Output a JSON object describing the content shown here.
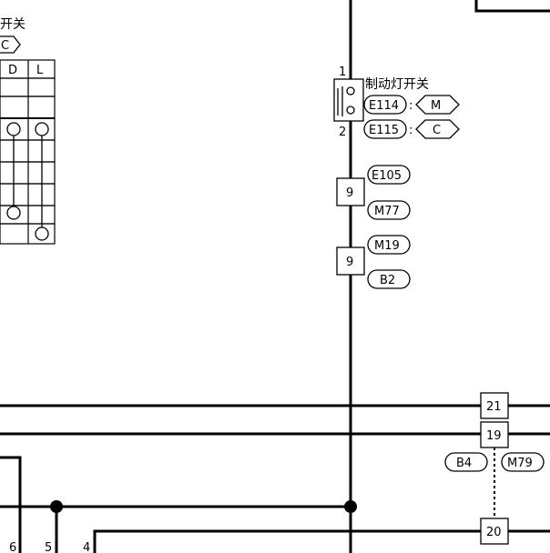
{
  "switch_left_label_partial": "开关",
  "switch_left_code_partial": "C",
  "left_table_headers": [
    "D",
    "L"
  ],
  "brake_switch": {
    "label": "制动灯开关",
    "pin_top": "1",
    "pin_bottom": "2",
    "connectors": [
      {
        "id": "E114",
        "code": "M"
      },
      {
        "id": "E115",
        "code": "C"
      }
    ]
  },
  "junction_1": {
    "pin": "9",
    "connectors": [
      "E105",
      "M77"
    ]
  },
  "junction_2": {
    "pin": "9",
    "connectors": [
      "M19",
      "B2"
    ]
  },
  "right_pins": [
    "21",
    "19",
    "20"
  ],
  "right_connectors": [
    "B4",
    "M79"
  ],
  "bottom_pins": [
    "6",
    "5",
    "4"
  ]
}
